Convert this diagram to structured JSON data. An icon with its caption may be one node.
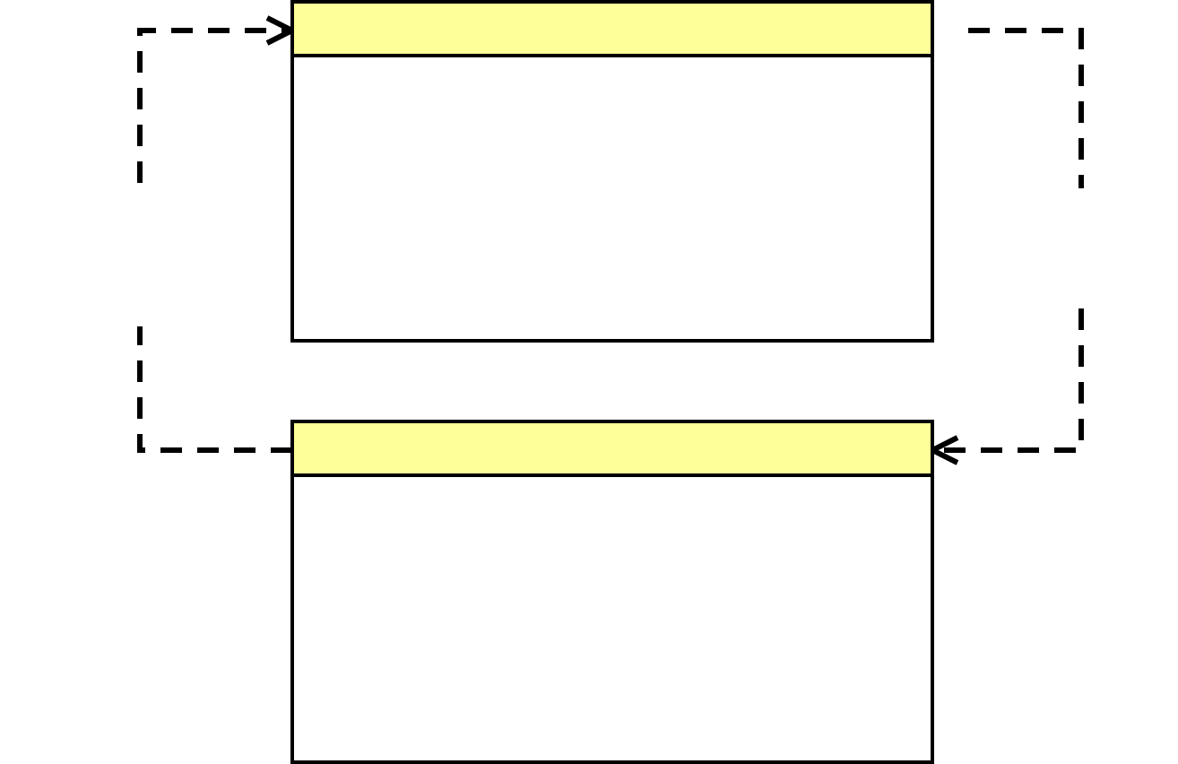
{
  "diagram": {
    "nodes": [
      {
        "text": [],
        "shape": "box"
      },
      {
        "text": [],
        "shape": "box"
      }
    ],
    "edges": [
      {
        "from": 0,
        "to": 1,
        "arrow": "to",
        "style": "dashed"
      },
      {
        "from": 1,
        "to": 0,
        "arrow": "to",
        "style": "dashed"
      }
    ]
  }
}
